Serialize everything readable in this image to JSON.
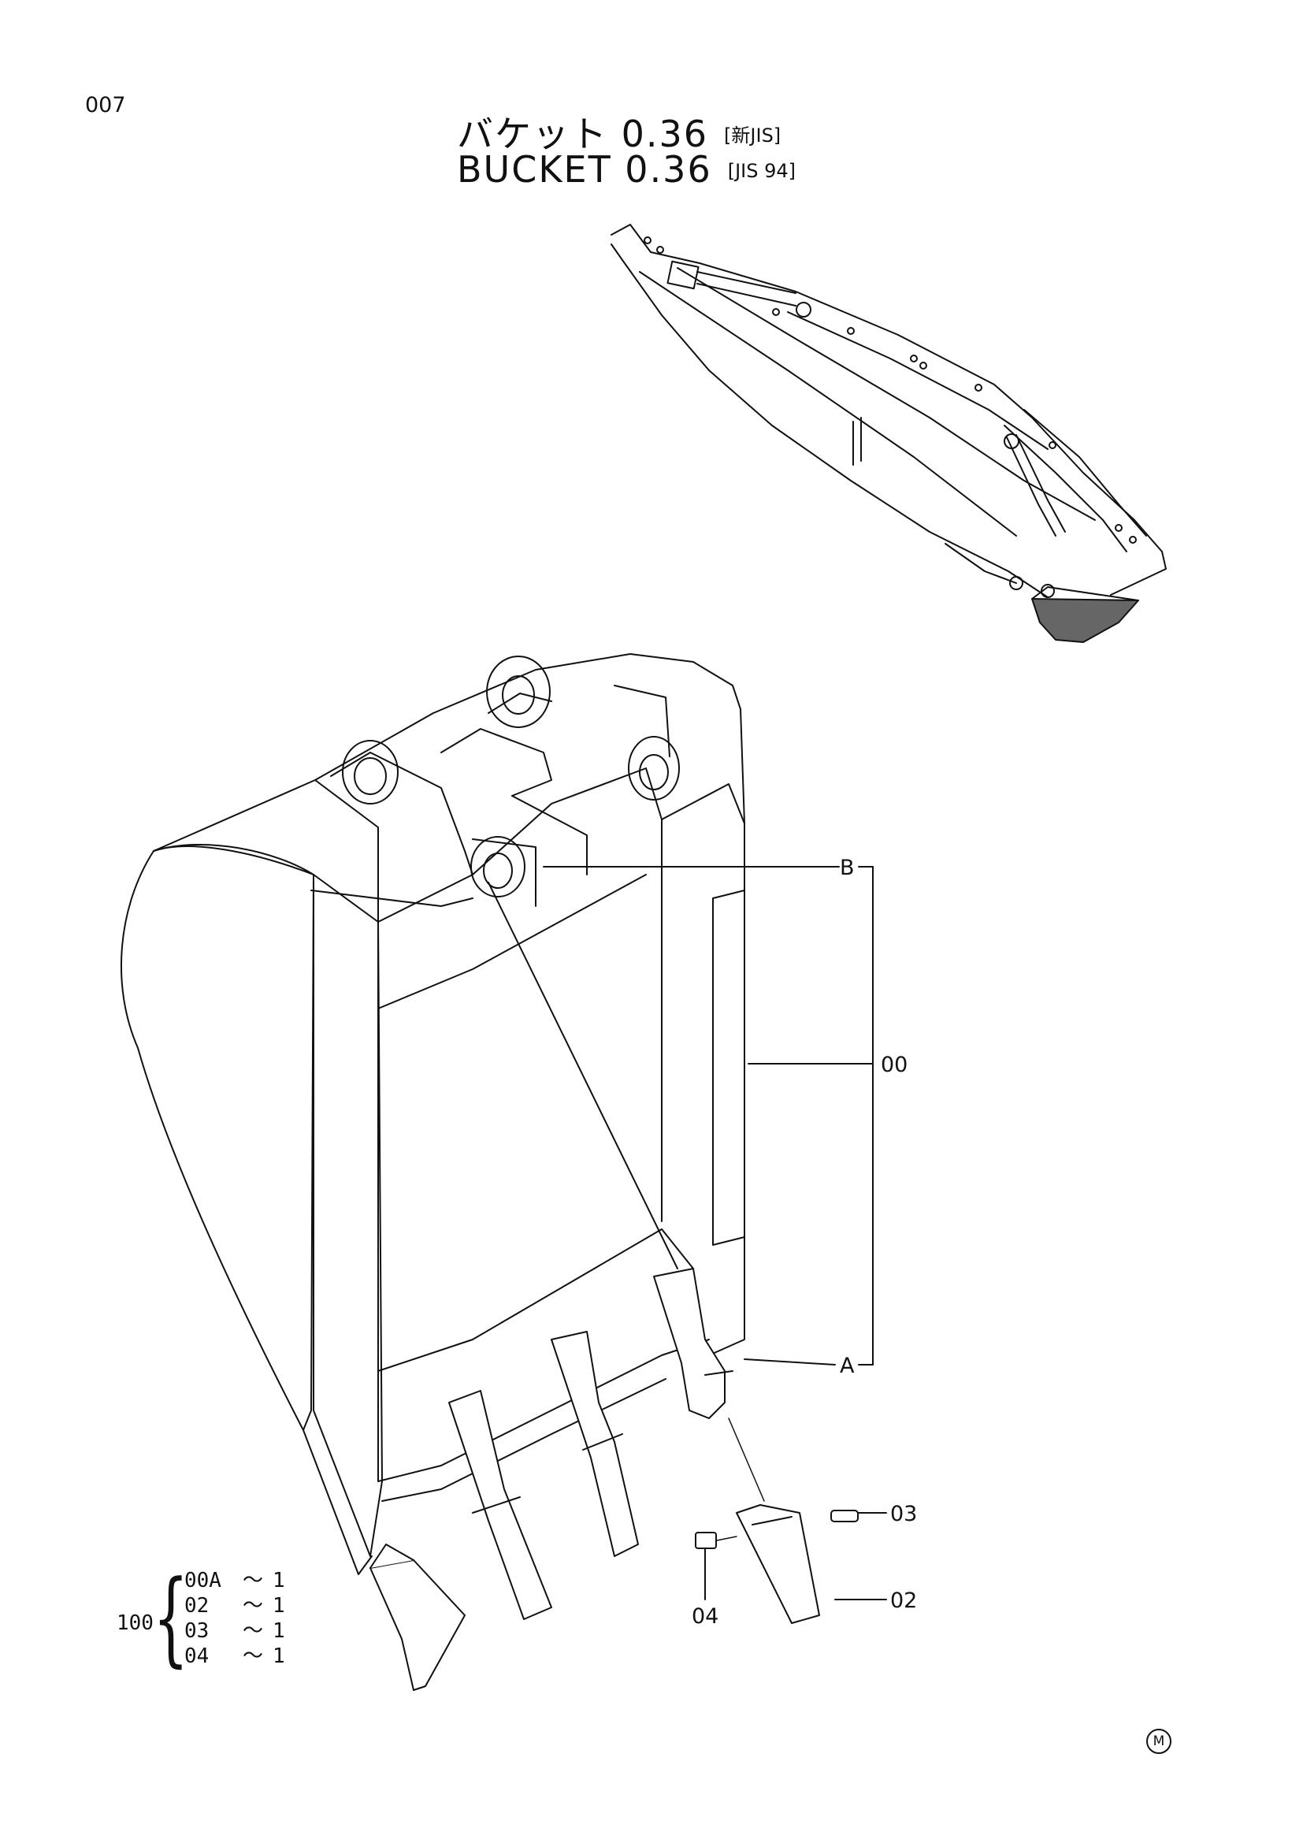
{
  "page": {
    "number": "007"
  },
  "title": {
    "jp_main": "バケット 0.36",
    "jp_spec": "[新JIS]",
    "en_main": "BUCKET 0.36",
    "en_spec": "[JIS 94]"
  },
  "callouts": {
    "b": "B",
    "a": "A",
    "c00": "00",
    "c03": "03",
    "c02": "02",
    "c04": "04"
  },
  "kit": {
    "number": "100",
    "brace": "{",
    "items": [
      {
        "code": "00A",
        "sep": "～",
        "qty": "1"
      },
      {
        "code": "02",
        "sep": "～",
        "qty": "1"
      },
      {
        "code": "03",
        "sep": "～",
        "qty": "1"
      },
      {
        "code": "04",
        "sep": "～",
        "qty": "1"
      }
    ]
  },
  "mark": "M"
}
